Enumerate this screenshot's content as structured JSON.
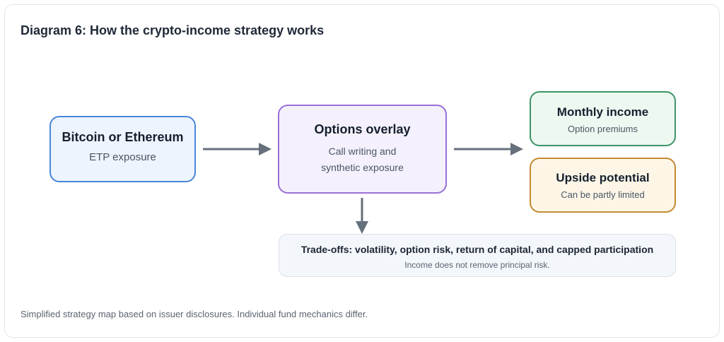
{
  "diagram": {
    "title": "Diagram 6: How the crypto-income strategy works",
    "nodes": {
      "source": {
        "title": "Bitcoin or Ethereum",
        "subtitle": "ETP exposure"
      },
      "overlay": {
        "title": "Options overlay",
        "subtitle_line1": "Call writing and",
        "subtitle_line2": "synthetic exposure"
      },
      "income": {
        "title": "Monthly income",
        "subtitle": "Option premiums"
      },
      "upside": {
        "title": "Upside potential",
        "subtitle": "Can be partly limited"
      },
      "tradeoffs": {
        "title": "Trade-offs: volatility, option risk, return of capital, and capped participation",
        "subtitle": "Income does not remove principal risk."
      }
    },
    "edges": [
      {
        "from": "source",
        "to": "overlay"
      },
      {
        "from": "overlay",
        "to": "income-upside"
      },
      {
        "from": "overlay",
        "to": "tradeoffs"
      }
    ],
    "colors": {
      "source": "#4a86d8",
      "overlay": "#9a6fd6",
      "income": "#3f9467",
      "upside": "#c48a32",
      "arrow": "#66707c"
    },
    "footnote": "Simplified strategy map based on issuer disclosures. Individual fund mechanics differ."
  }
}
